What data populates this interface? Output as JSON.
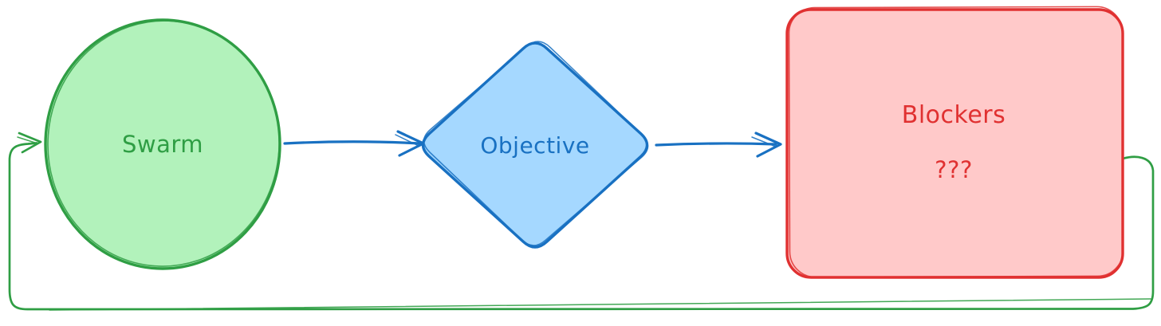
{
  "diagram": {
    "type": "flowchart",
    "style": "hand-drawn whiteboard",
    "background_color": "#ffffff",
    "nodes": [
      {
        "id": "swarm",
        "shape": "circle",
        "label": "Swarm",
        "stroke_color": "#2f9e44",
        "fill_color": "#b2f2bb",
        "text_color": "#2f9e44"
      },
      {
        "id": "objective",
        "shape": "diamond",
        "label": "Objective",
        "stroke_color": "#1971c2",
        "fill_color": "#a5d8ff",
        "text_color": "#1971c2"
      },
      {
        "id": "blockers",
        "shape": "rounded-rectangle",
        "label": "Blockers",
        "sublabel": "???",
        "stroke_color": "#e03131",
        "fill_color": "#ffc9c9",
        "text_color": "#e03131"
      }
    ],
    "edges": [
      {
        "from": "swarm",
        "to": "objective",
        "type": "arrow",
        "color": "#1971c2"
      },
      {
        "from": "objective",
        "to": "blockers",
        "type": "arrow",
        "color": "#1971c2"
      },
      {
        "from": "blockers",
        "to": "swarm",
        "type": "arrow",
        "color": "#2f9e44",
        "route": "feedback loop around bottom"
      }
    ]
  }
}
